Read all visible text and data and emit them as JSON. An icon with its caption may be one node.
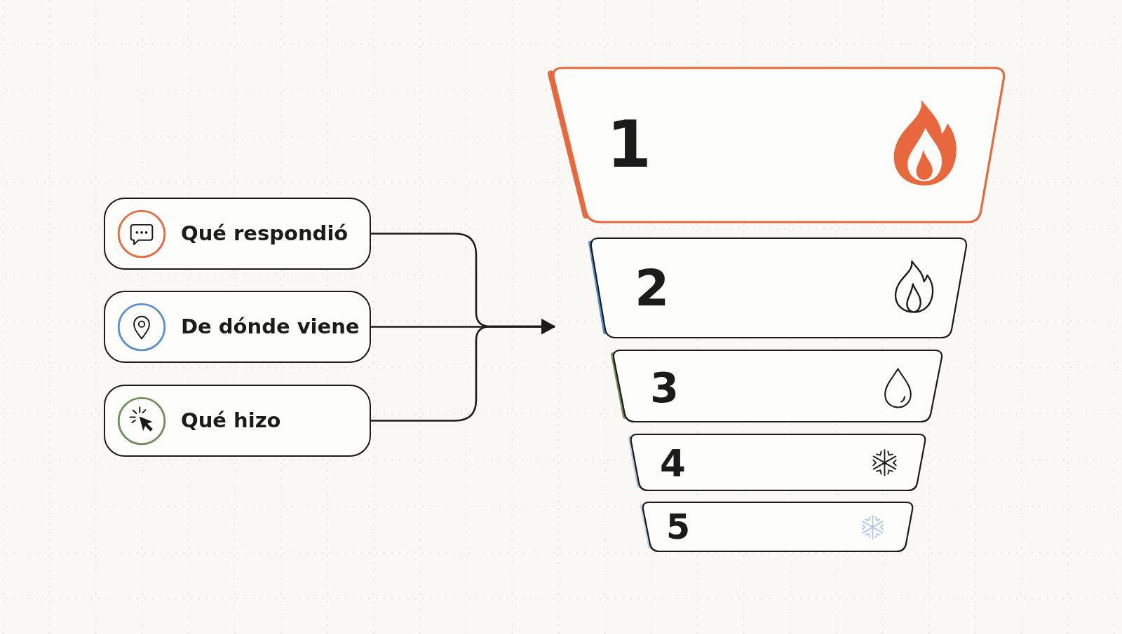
{
  "diagram": {
    "nodes": [
      {
        "text": [
          "Qué respondió"
        ]
      },
      {
        "text": [
          "De dónde viene"
        ]
      },
      {
        "text": [
          "Qué hizo"
        ]
      },
      {
        "text": [
          "1"
        ]
      },
      {
        "text": [
          "2"
        ]
      },
      {
        "text": [
          "3"
        ]
      },
      {
        "text": [
          "4"
        ]
      },
      {
        "text": [
          "5"
        ]
      }
    ],
    "edges": [
      {
        "from": 0,
        "to": null,
        "arrow": "to"
      },
      {
        "from": 1,
        "to": null,
        "arrow": "to"
      },
      {
        "from": 2,
        "to": null,
        "arrow": "to"
      }
    ]
  }
}
